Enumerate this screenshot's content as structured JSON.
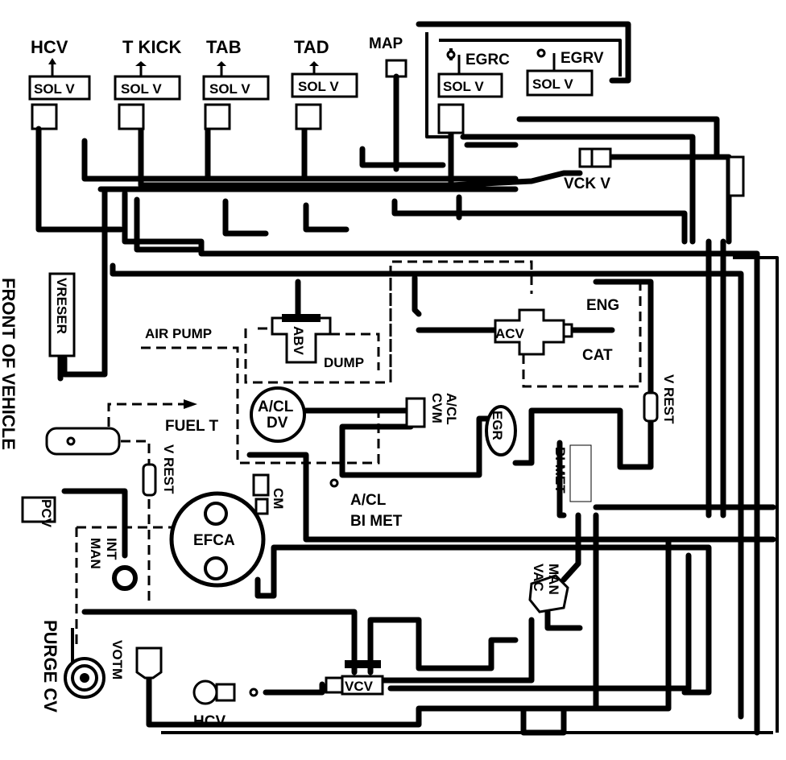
{
  "labels": {
    "hcv_top": "HCV",
    "t_kick": "T KICK",
    "tab": "TAB",
    "tad": "TAD",
    "map": "MAP",
    "egrc": "EGRC",
    "egrv": "EGRV",
    "sol_v": "SOL V",
    "vck_v": "VCK V",
    "front_of_vehicle": "FRONT OF VEHICLE",
    "vreser": "VRESER",
    "air_pump": "AIR PUMP",
    "abv": "ABV",
    "dump": "DUMP",
    "acv": "ACV",
    "eng": "ENG",
    "cat": "CAT",
    "v_rest_right": "V REST",
    "acl_dv_line1": "A/CL",
    "acl_dv_line2": "DV",
    "acl_cvm_line1": "A/CL",
    "acl_cvm_line2": "CVM",
    "egr": "EGR",
    "fuel_t": "FUEL T",
    "v_rest_left": "V REST",
    "bi_met": "BI MET",
    "acl_bimet_line1": "A/CL",
    "acl_bimet_line2": "BI MET",
    "cm": "CM",
    "pcv": "PCV",
    "int_man_line1": "INT",
    "int_man_line2": "MAN",
    "efca": "EFCA",
    "man_vac_line1": "MAN",
    "man_vac_line2": "VAC",
    "purge_cv": "PURGE CV",
    "votm": "VOTM",
    "vcv": "VCV",
    "hcv_bottom": "HCV"
  }
}
